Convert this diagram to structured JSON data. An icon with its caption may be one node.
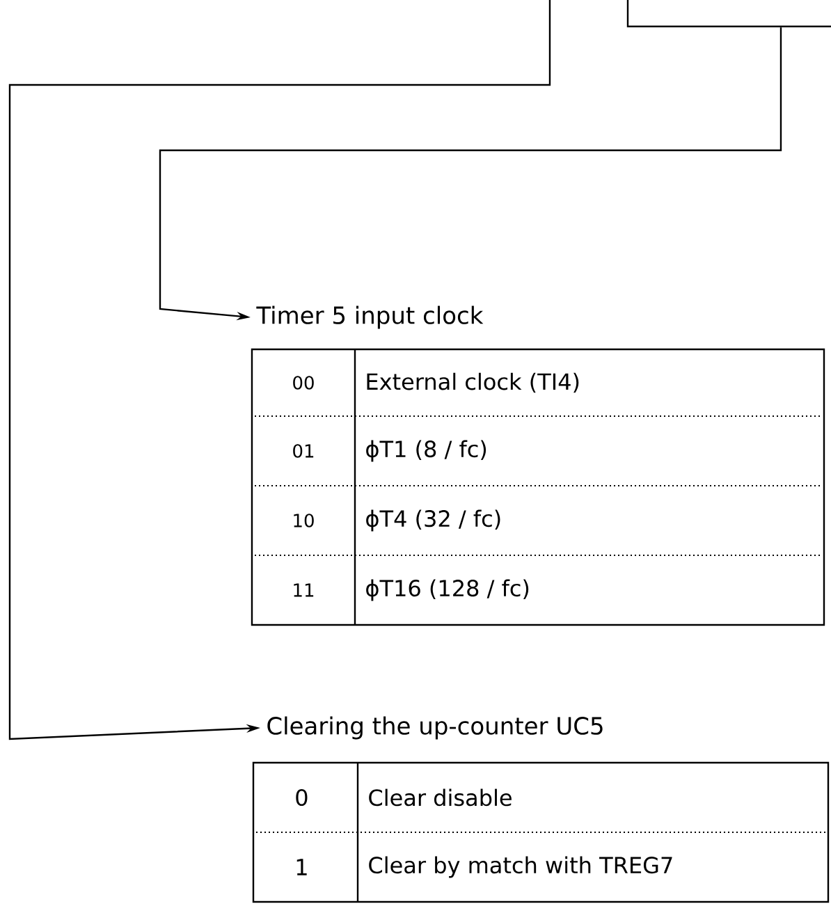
{
  "diagram": {
    "nodes": [
      {
        "text": [],
        "shape": "box"
      },
      {
        "text": [
          "Timer 5 input clock"
        ]
      },
      {
        "text": [
          "Clearing the up-counter UC5"
        ]
      }
    ],
    "edges": [
      {
        "from": 0,
        "to": 1,
        "arrow": "to"
      },
      {
        "from": null,
        "to": 2,
        "arrow": "to"
      }
    ],
    "labels": [
      "00",
      "External clock (TI4)",
      "01",
      "ϕT1 (8 / fc)",
      "10",
      "ϕT4 (32 / fc)",
      "11",
      "ϕT16 (128 / fc)",
      "0",
      "Clear disable",
      "1",
      "Clear by match with TREG7"
    ]
  }
}
